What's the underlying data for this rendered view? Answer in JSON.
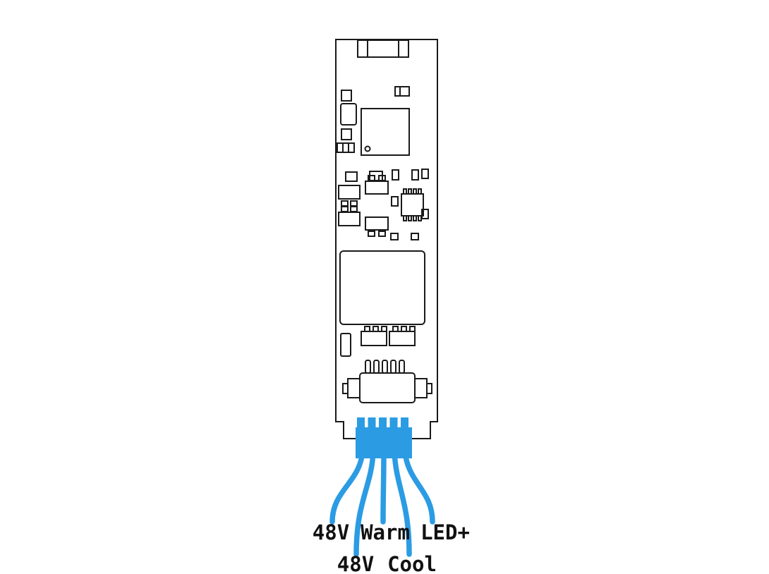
{
  "diagram": {
    "type": "pcb-wiring-diagram",
    "colors": {
      "outline": "#1A1A1A",
      "wire": "#2B9CE4",
      "background": "#FFFFFF",
      "text": "#111111"
    },
    "board": {
      "name": "led-driver-pcb",
      "connector_pin_count": 5
    },
    "wire_labels": [
      {
        "wire": 1,
        "text": "48V",
        "row": "top"
      },
      {
        "wire": 2,
        "text": "48V",
        "row": "bottom"
      },
      {
        "wire": 3,
        "text": "Warm",
        "row": "top"
      },
      {
        "wire": 4,
        "text": "Cool",
        "row": "bottom"
      },
      {
        "wire": 5,
        "text": "LED+",
        "row": "top"
      }
    ]
  }
}
